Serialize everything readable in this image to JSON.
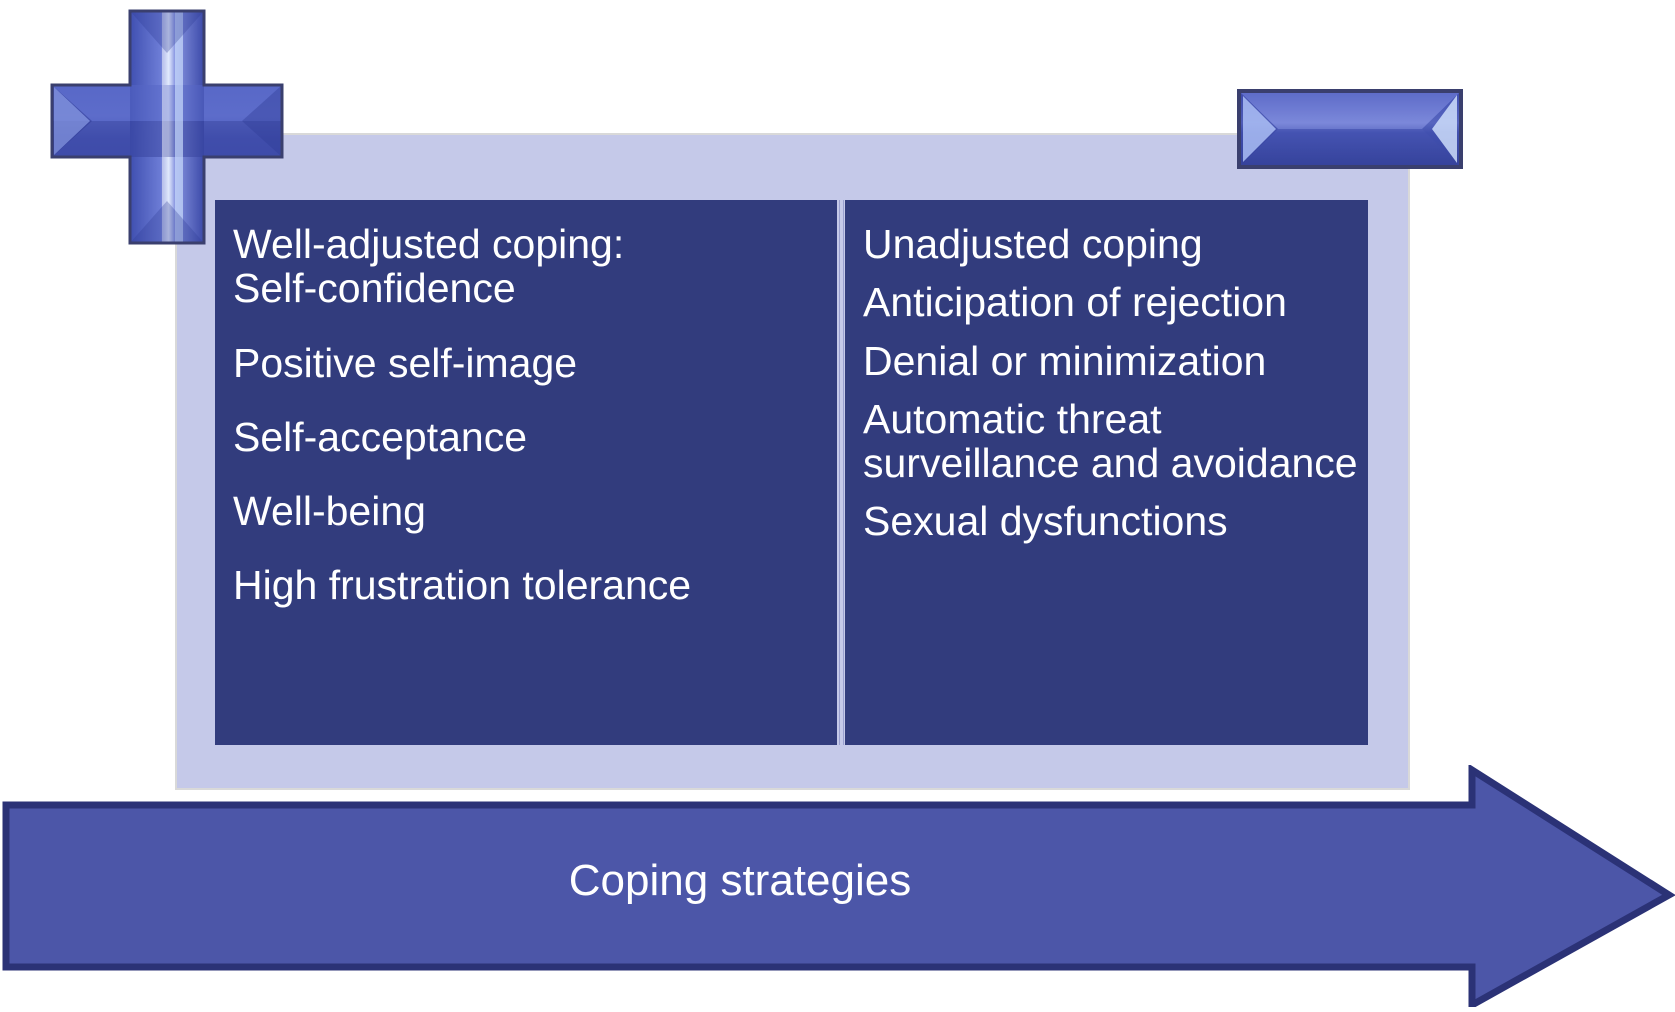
{
  "diagram": {
    "title_banner": {
      "label": "Coping strategies",
      "shape": "right-arrow",
      "fill": "#4c56a8",
      "stroke": "#2b3276",
      "text_color": "#ffffff"
    },
    "frame": {
      "background": "#c5c9e9",
      "border": "#d9d9d9"
    },
    "panels": [
      {
        "id": "well-adjusted",
        "marker_icon": "plus-icon",
        "background": "#323c7d",
        "text_color": "#ffffff",
        "lines": [
          "Well-adjusted coping:",
          "Self-confidence",
          "Positive self-image",
          "Self-acceptance",
          "Well-being",
          "High frustration tolerance"
        ]
      },
      {
        "id": "unadjusted",
        "marker_icon": "minus-icon",
        "background": "#323c7d",
        "text_color": "#ffffff",
        "lines": [
          "Unadjusted coping",
          "Anticipation of rejection",
          "Denial or minimization",
          "Automatic threat",
          "surveillance and avoidance",
          "Sexual dysfunctions"
        ]
      }
    ],
    "icons": {
      "plus": {
        "name": "plus-icon",
        "meaning": "positive",
        "fill": "#4455b8",
        "highlight": "#cfe0ff",
        "stroke": "#3a3f6e"
      },
      "minus": {
        "name": "minus-icon",
        "meaning": "negative",
        "fill": "#4455b8",
        "highlight": "#cfe0ff",
        "stroke": "#3a3f6e"
      }
    }
  }
}
